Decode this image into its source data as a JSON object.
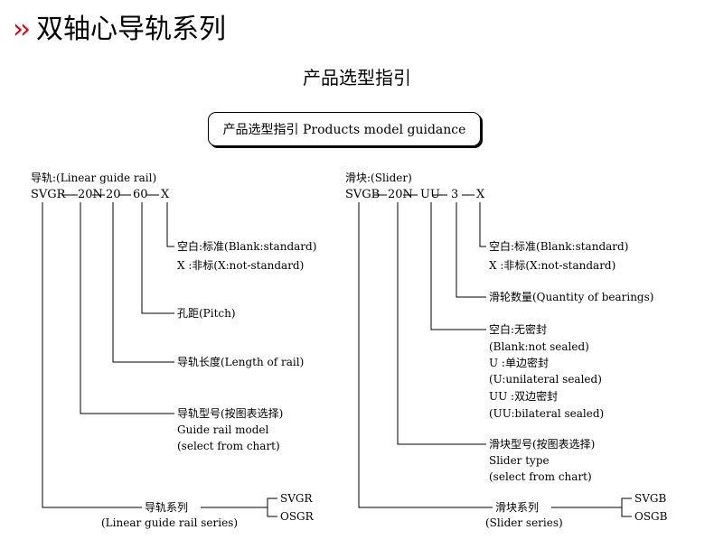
{
  "header": {
    "chevrons": "››",
    "title": "双轴心导轨系列"
  },
  "subtitle": "产品选型指引",
  "guide_box": "产品选型指引  Products model guidance",
  "rail": {
    "heading": "导轨:(Linear guide rail)",
    "code": {
      "series": "SVGR",
      "model": "20N",
      "length": "20",
      "pitch": "60",
      "option": "X"
    },
    "labels": {
      "blank": "空白:标准(Blank:standard)",
      "x": "X    :非标(X:not-standard)",
      "pitch": "孔距(Pitch)",
      "length": "导轨长度(Length of rail)",
      "model_1": "导轨型号(按图表选择)",
      "model_2": "Guide rail model",
      "model_3": "(select from chart)",
      "series_1": "导轨系列",
      "series_2": "(Linear guide rail series)",
      "series_opt_1": "SVGR",
      "series_opt_2": "OSGR"
    }
  },
  "slider": {
    "heading": "滑块:(Slider)",
    "code": {
      "series": "SVGB",
      "model": "20N",
      "seal": "UU",
      "qty": "3",
      "option": "X"
    },
    "labels": {
      "blank": "空白:标准(Blank:standard)",
      "x": "X    :非标(X:not-standard)",
      "qty": "滑轮数量(Quantity of bearings)",
      "seal_1": "空白:无密封",
      "seal_2": "(Blank:not sealed)",
      "seal_3": "U    :单边密封",
      "seal_4": "(U:unilateral sealed)",
      "seal_5": "UU  :双边密封",
      "seal_6": "(UU:bilateral sealed)",
      "model_1": "滑块型号(按图表选择)",
      "model_2": "Slider type",
      "model_3": "(select from chart)",
      "series_1": "滑块系列",
      "series_2": "(Slider series)",
      "series_opt_1": "SVGB",
      "series_opt_2": "OSGB"
    }
  }
}
